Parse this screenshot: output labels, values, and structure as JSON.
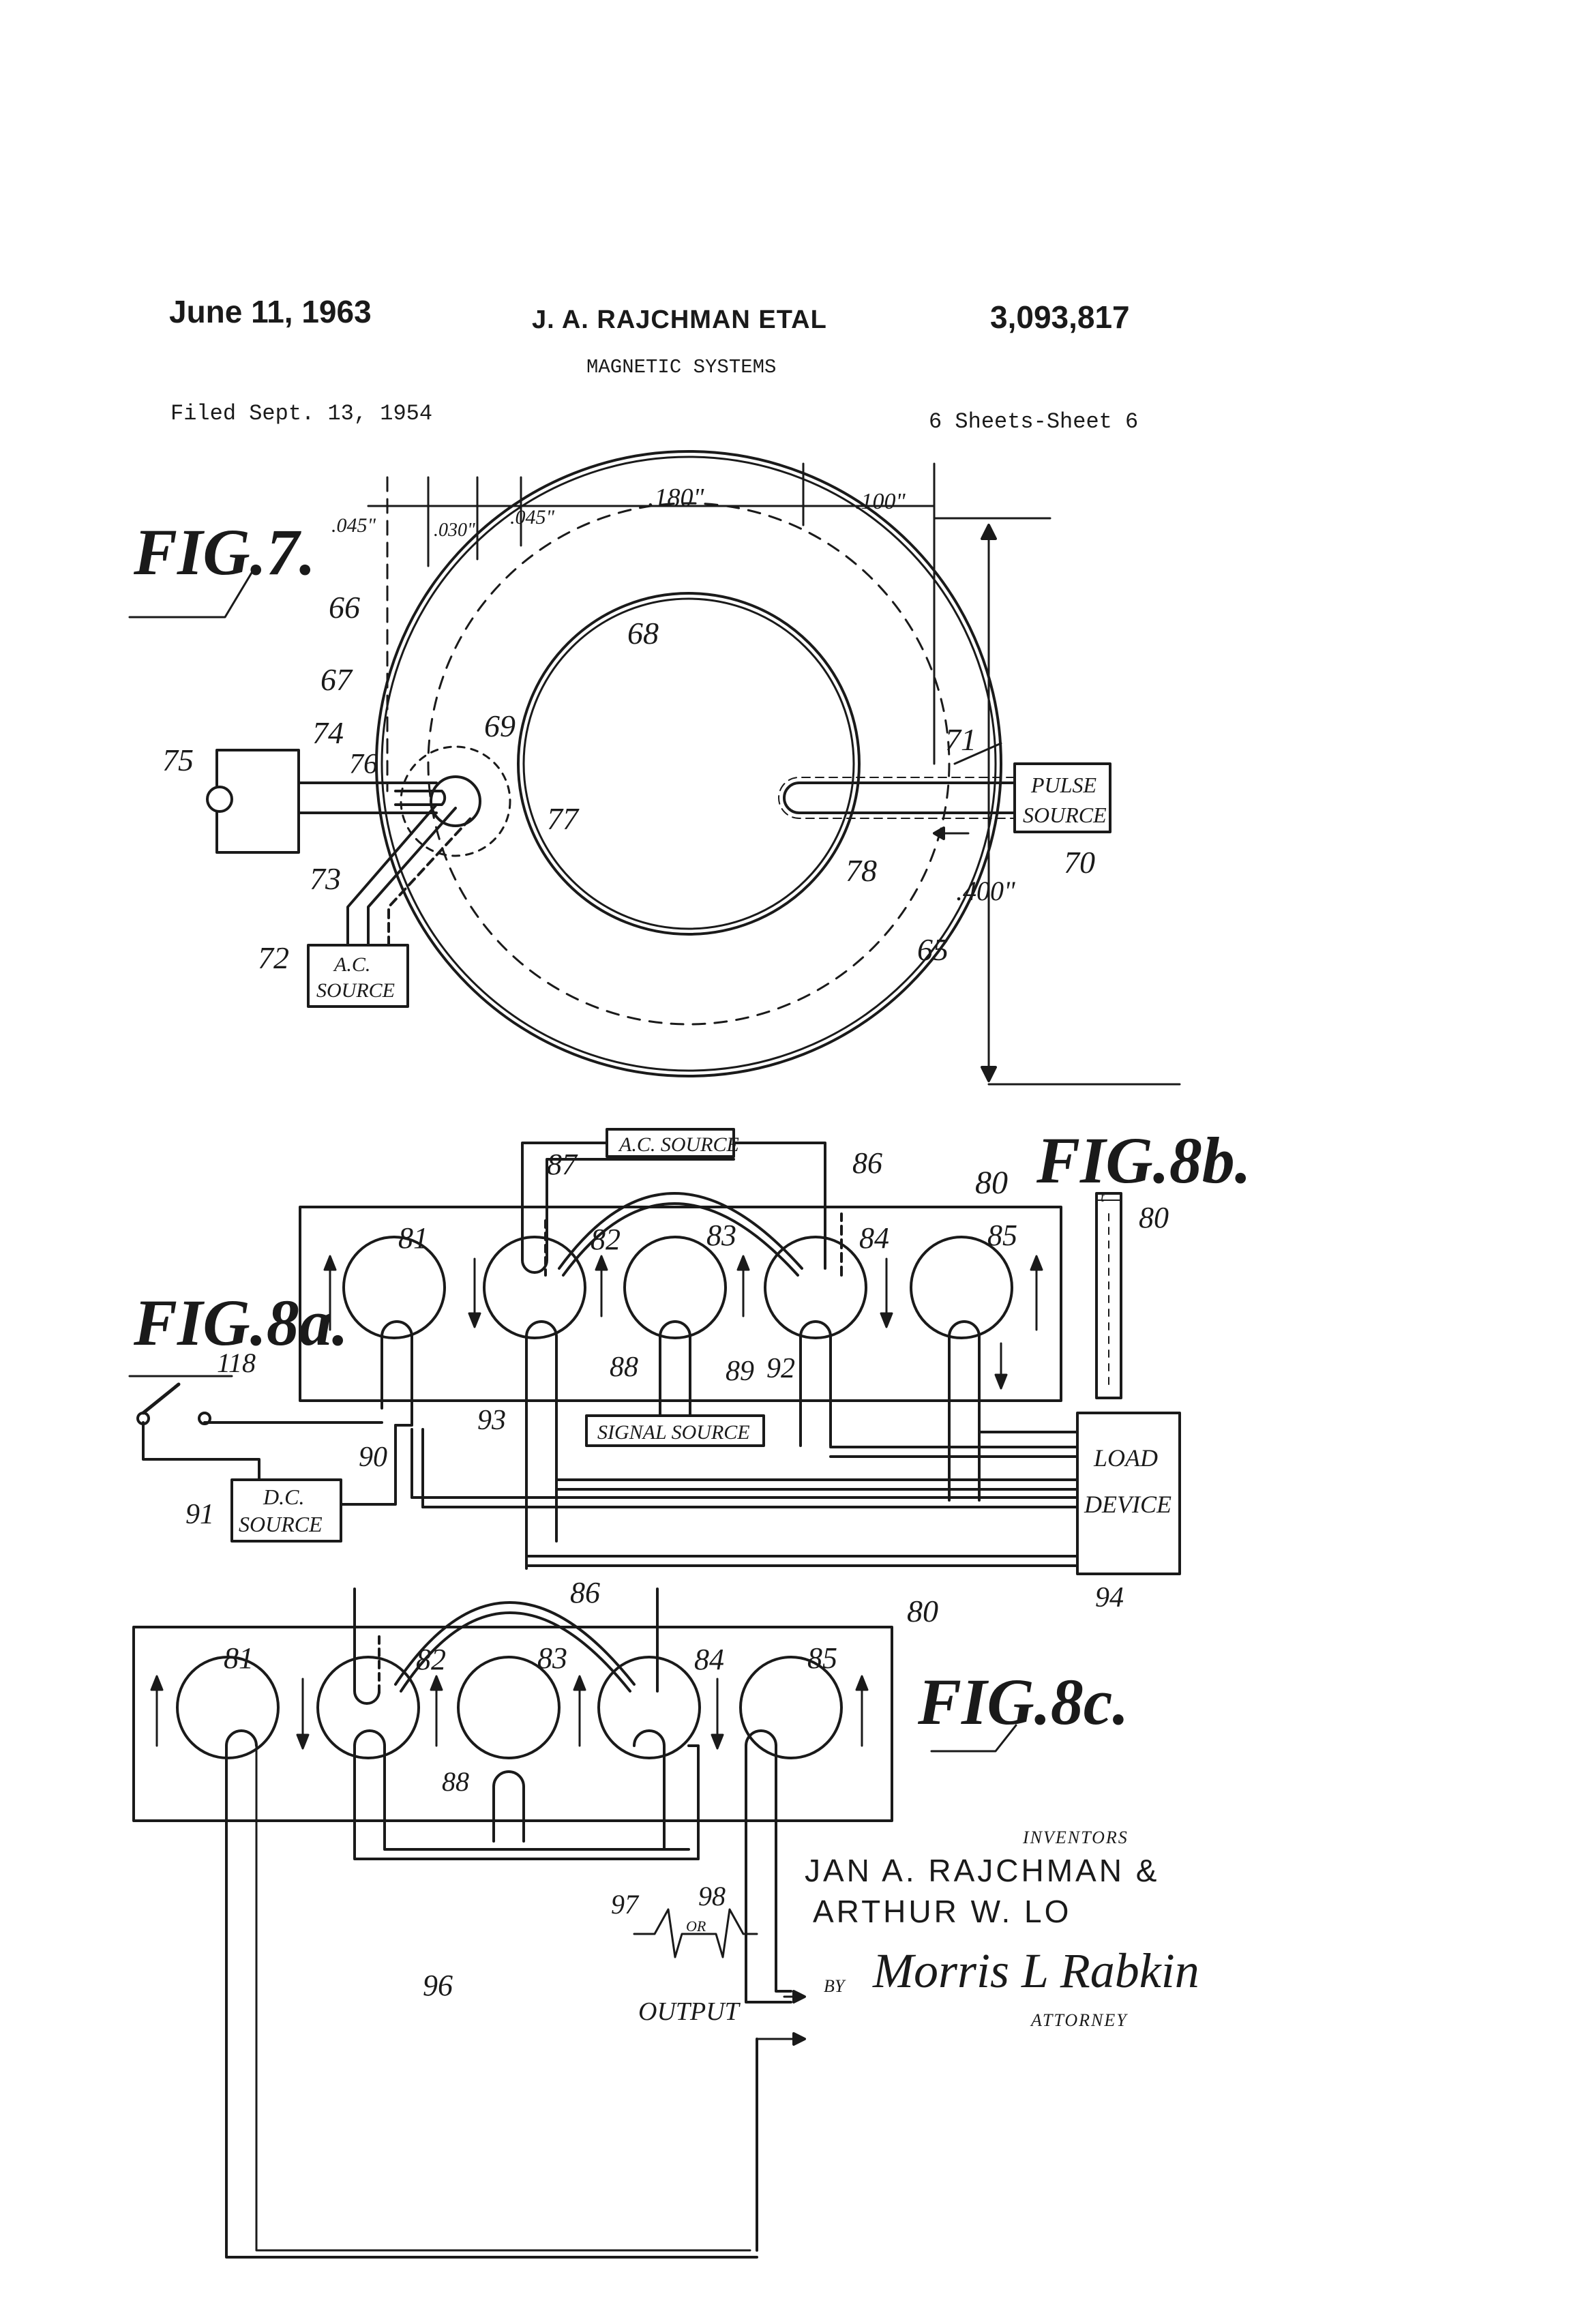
{
  "header": {
    "date": "June 11, 1963",
    "inventors_short": "J. A. RAJCHMAN ETAL",
    "patent_number": "3,093,817",
    "title": "MAGNETIC SYSTEMS",
    "filed": "Filed Sept. 13, 1954",
    "sheets": "6 Sheets-Sheet 6"
  },
  "fig7": {
    "label": "FIG.7.",
    "dims": [
      ".045\"",
      ".030\"",
      ".045\"",
      ".180\"",
      ".100\"",
      ".400\""
    ],
    "refs": [
      "65",
      "66",
      "67",
      "68",
      "69",
      "70",
      "71",
      "72",
      "73",
      "74",
      "75",
      "76",
      "77",
      "78"
    ],
    "pulse_source": [
      "PULSE",
      "SOURCE"
    ],
    "ac_source": [
      "A.C.",
      "SOURCE"
    ]
  },
  "fig8a": {
    "label": "FIG.8a.",
    "refs": [
      "80",
      "81",
      "82",
      "83",
      "84",
      "85",
      "86",
      "87",
      "88",
      "89",
      "90",
      "91",
      "92",
      "93",
      "94",
      "118"
    ],
    "ac_source": "A.C. SOURCE",
    "signal_source": "SIGNAL SOURCE",
    "dc_source": [
      "D.C.",
      "SOURCE"
    ],
    "load_device": [
      "LOAD",
      "DEVICE"
    ]
  },
  "fig8b": {
    "label": "FIG.8b.",
    "refs": [
      "80",
      "t"
    ]
  },
  "fig8c": {
    "label": "FIG.8c.",
    "refs": [
      "80",
      "81",
      "82",
      "83",
      "84",
      "85",
      "86",
      "88",
      "96",
      "97",
      "98"
    ],
    "or_label": "OR",
    "output_label": "OUTPUT"
  },
  "signature": {
    "inventors_label": "INVENTORS",
    "inventor_1": "JAN A. RAJCHMAN &",
    "inventor_2": "ARTHUR W. LO",
    "by_label": "BY",
    "attorney_signature": "Morris L Rabkin",
    "attorney_label": "ATTORNEY"
  },
  "colors": {
    "ink": "#1a1a1a",
    "paper": "#ffffff"
  }
}
